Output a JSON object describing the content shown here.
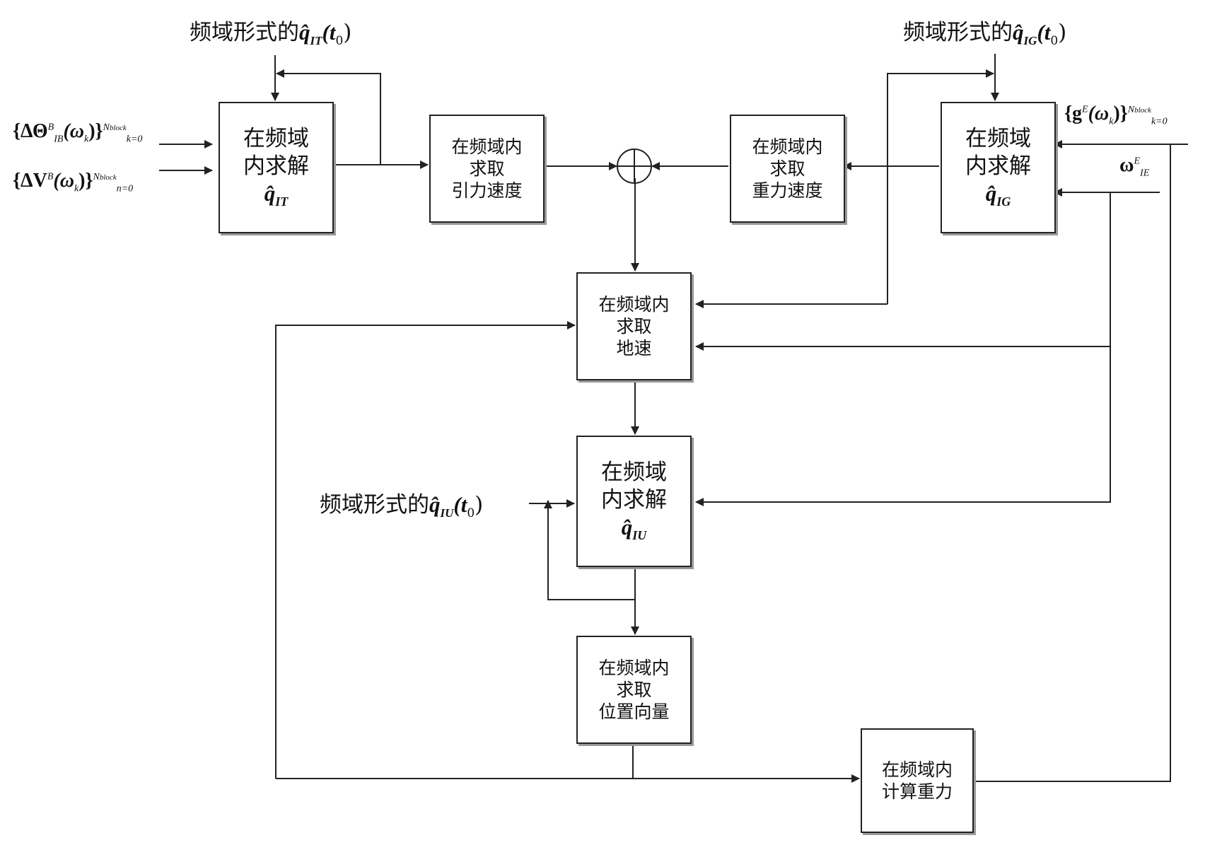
{
  "boxes": {
    "solve_qit": {
      "line1": "在频域",
      "line2": "内求解",
      "symbol": "q̂",
      "sub": "IT"
    },
    "gravitation_velocity": {
      "line1": "在频域内",
      "line2": "求取",
      "line3": "引力速度"
    },
    "gravity_velocity": {
      "line1": "在频域内",
      "line2": "求取",
      "line3": "重力速度"
    },
    "solve_qig": {
      "line1": "在频域",
      "line2": "内求解",
      "symbol": "q̂",
      "sub": "IG"
    },
    "ground_velocity": {
      "line1": "在频域内",
      "line2": "求取",
      "line3": "地速"
    },
    "solve_qiu": {
      "line1": "在频域",
      "line2": "内求解",
      "symbol": "q̂",
      "sub": "IU"
    },
    "position_vector": {
      "line1": "在频域内",
      "line2": "求取",
      "line3": "位置向量"
    },
    "compute_gravity": {
      "line1": "在频域内",
      "line2": "计算重力"
    }
  },
  "labels": {
    "qit_init": {
      "prefix": "频域形式的",
      "symbol": "q̂",
      "sub": "IT",
      "arg": "(t",
      "arg_sub": "0",
      "close": ")"
    },
    "qig_init": {
      "prefix": "频域形式的",
      "symbol": "q̂",
      "sub": "IG",
      "arg": "(t",
      "arg_sub": "0",
      "close": ")"
    },
    "qiu_init": {
      "prefix": "频域形式的",
      "symbol": "q̂",
      "sub": "IU",
      "arg": "(t",
      "arg_sub": "0",
      "close": ")"
    },
    "delta_theta": {
      "main": "{ΔΘ",
      "sup": "B",
      "sub": "IB",
      "arg": "(ω",
      "arg_sub": "k",
      "close": ")}",
      "upper": "N",
      "upper_sub": "block",
      "lower": "k=0"
    },
    "delta_v": {
      "main": "{ΔV",
      "sup": "B",
      "arg": "(ω",
      "arg_sub": "k",
      "close": ")}",
      "upper": "N",
      "upper_sub": "block",
      "lower": "n=0"
    },
    "gravity_input": {
      "main": "{g",
      "sup": "E",
      "arg": "(ω",
      "arg_sub": "k",
      "close": ")}",
      "upper": "N",
      "upper_sub": "block",
      "lower": "k=0"
    },
    "earth_rate": {
      "main": "ω",
      "sup": "E",
      "sub": "IE"
    }
  },
  "summing_junction": "⊕",
  "colors": {
    "line": "#222222",
    "shadow": "#999999"
  }
}
